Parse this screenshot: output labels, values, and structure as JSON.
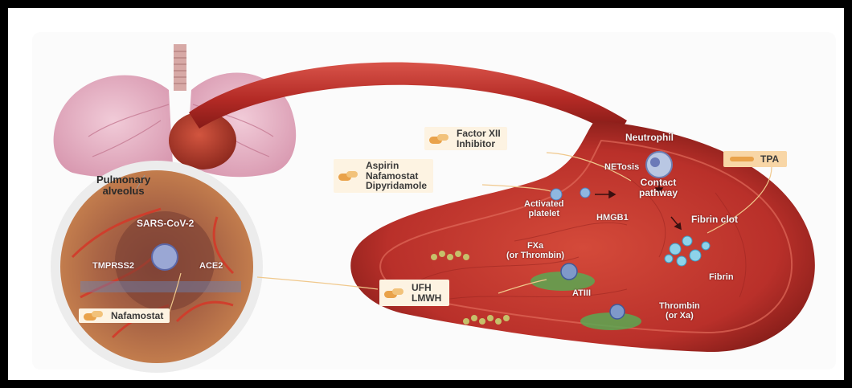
{
  "labels": {
    "pulmonary_alveolus": "Pulmonary\nalveolus",
    "sars_cov_2": "SARS-CoV-2",
    "tmprss2": "TMPRSS2",
    "ace2": "ACE2",
    "neutrophil": "Neutrophil",
    "netosis": "NETosis",
    "contact_pathway": "Contact\npathway",
    "activated_platelet": "Activated\nplatelet",
    "hmgb1": "HMGB1",
    "fibrin_clot": "Fibrin clot",
    "fxa_thrombin": "FXa\n(or Thrombin)",
    "atiii": "ATIII",
    "fibrin": "Fibrin",
    "thrombin_xa": "Thrombin\n(or Xa)"
  },
  "drugs": {
    "factor_xii": "Factor XII\nInhibitor",
    "antiplatelet": "Aspirin\nNafamostat\nDipyridamole",
    "tpa": "TPA",
    "heparin": "UFH\nLMWH",
    "nafamostat": "Nafamostat"
  },
  "colors": {
    "vessel": "#c0392b",
    "vessel_dark": "#8e1f1a",
    "lung": "#e7b6c8",
    "drug_tag": "#fdf3e2",
    "tpa_tag": "#f8d6a6"
  }
}
